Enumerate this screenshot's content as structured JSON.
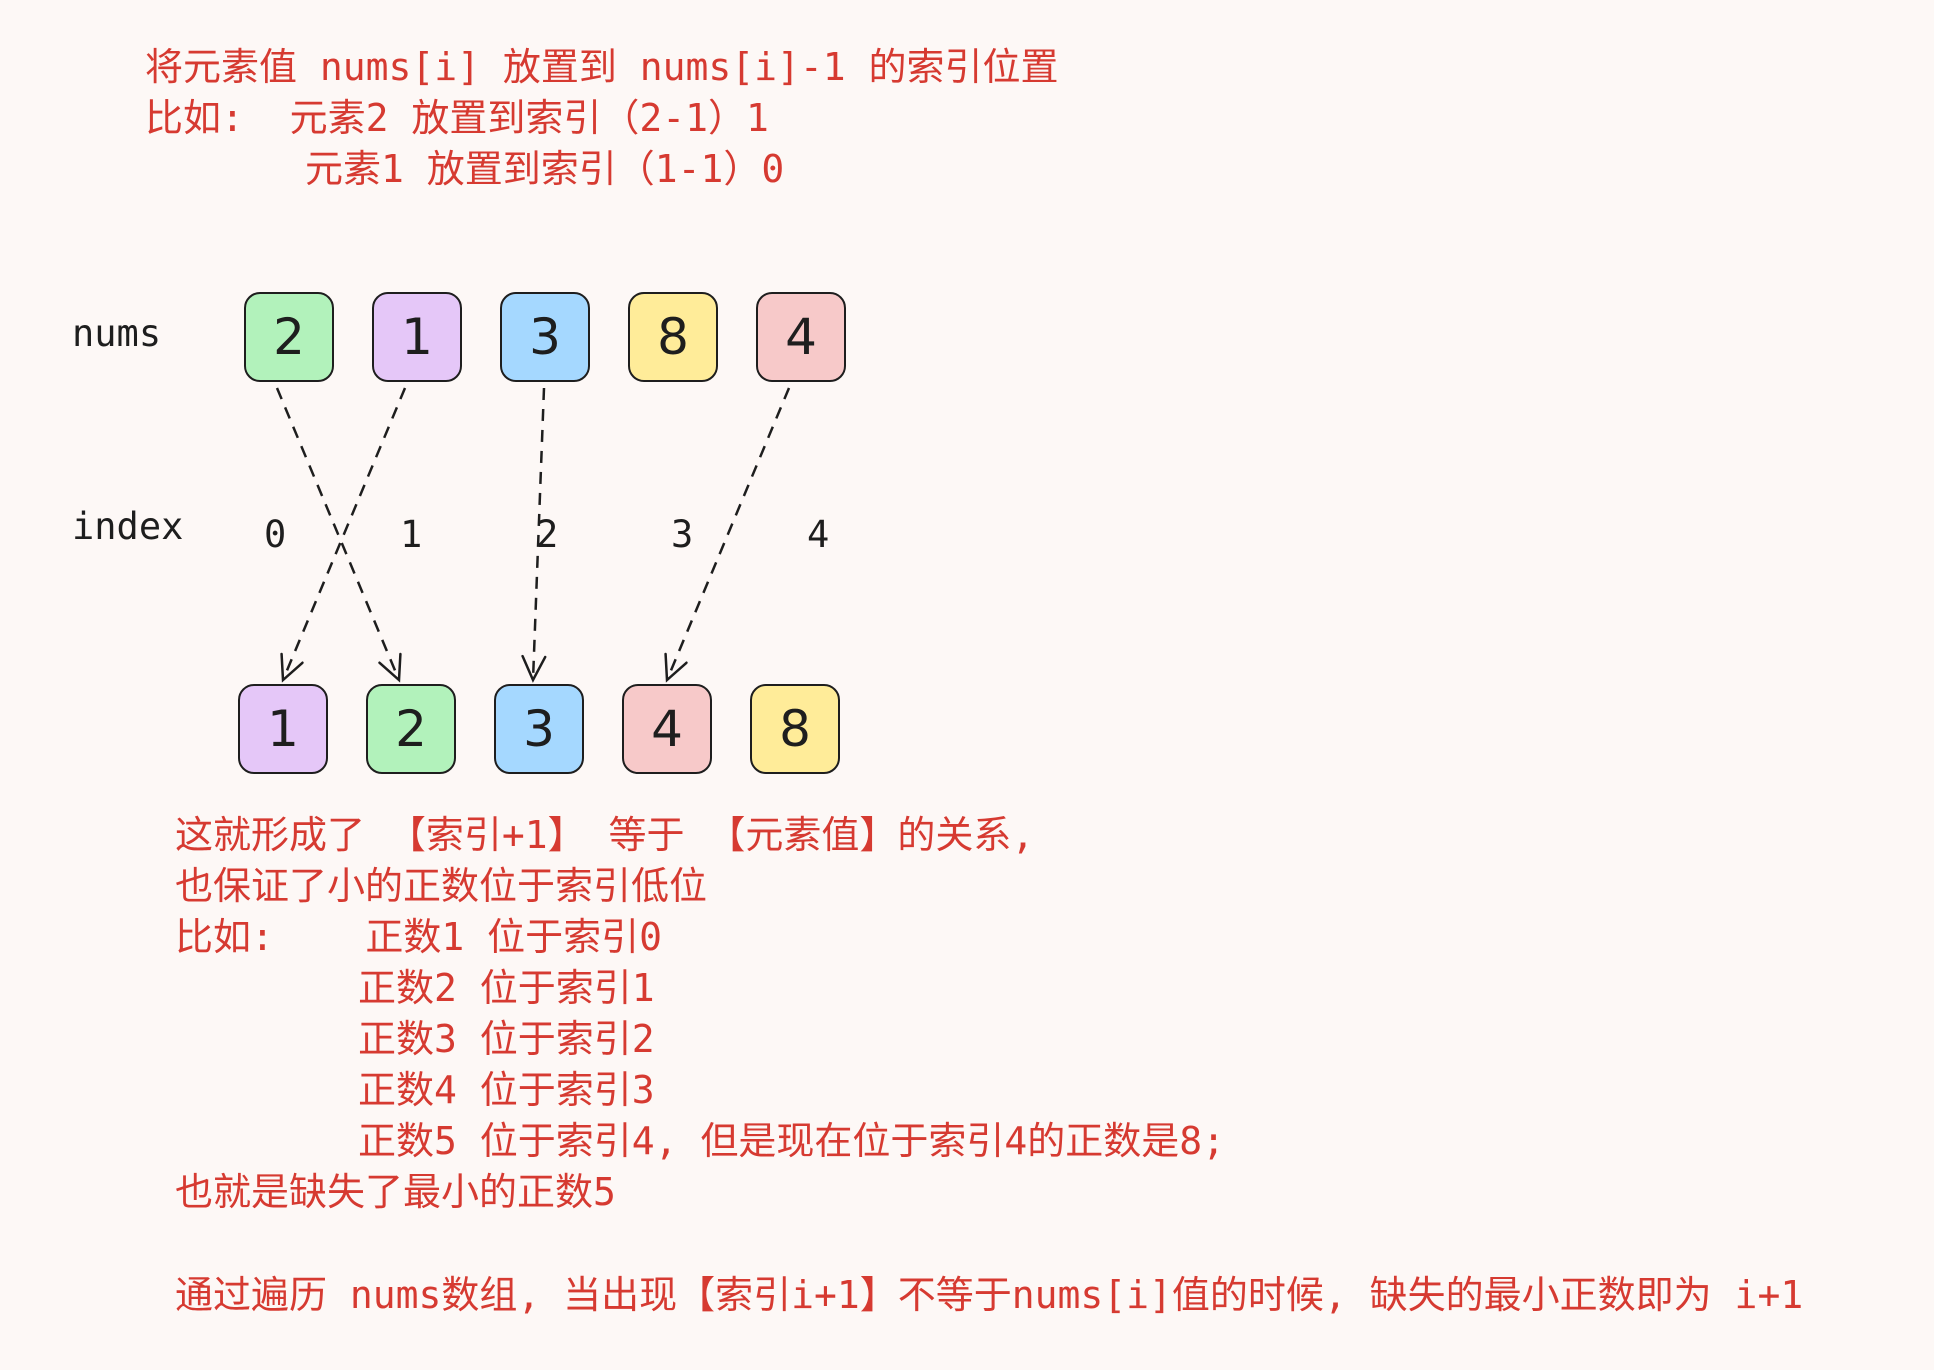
{
  "top_note": [
    "将元素值 nums[i] 放置到 nums[i]-1 的索引位置",
    "比如:  元素2 放置到索引（2-1）1",
    "元素1 放置到索引（1-1）0"
  ],
  "labels": {
    "nums": "nums",
    "index": "index"
  },
  "colors": {
    "green": "#b2f2bb",
    "purple": "#e5c7f8",
    "blue": "#a5d8ff",
    "yellow": "#ffec99",
    "pink": "#f7c9c9",
    "annotation": "#d63a31"
  },
  "nums_row": [
    {
      "value": "2",
      "color": "green"
    },
    {
      "value": "1",
      "color": "purple"
    },
    {
      "value": "3",
      "color": "blue"
    },
    {
      "value": "8",
      "color": "yellow"
    },
    {
      "value": "4",
      "color": "pink"
    }
  ],
  "index_row": [
    "0",
    "1",
    "2",
    "3",
    "4"
  ],
  "result_row": [
    {
      "value": "1",
      "color": "purple"
    },
    {
      "value": "2",
      "color": "green"
    },
    {
      "value": "3",
      "color": "blue"
    },
    {
      "value": "4",
      "color": "pink"
    },
    {
      "value": "8",
      "color": "yellow"
    }
  ],
  "arrows": [
    {
      "from": 0,
      "to": 1
    },
    {
      "from": 1,
      "to": 0
    },
    {
      "from": 2,
      "to": 2
    },
    {
      "from": 4,
      "to": 3
    }
  ],
  "bottom_note": [
    "这就形成了 【索引+1】 等于 【元素值】的关系,",
    "也保证了小的正数位于索引低位",
    "比如:    正数1 位于索引0",
    "正数2 位于索引1",
    "正数3 位于索引2",
    "正数4 位于索引3",
    "正数5 位于索引4, 但是现在位于索引4的正数是8;",
    "也就是缺失了最小的正数5",
    "通过遍历 nums数组, 当出现【索引i+1】不等于nums[i]值的时候, 缺失的最小正数即为 i+1"
  ]
}
